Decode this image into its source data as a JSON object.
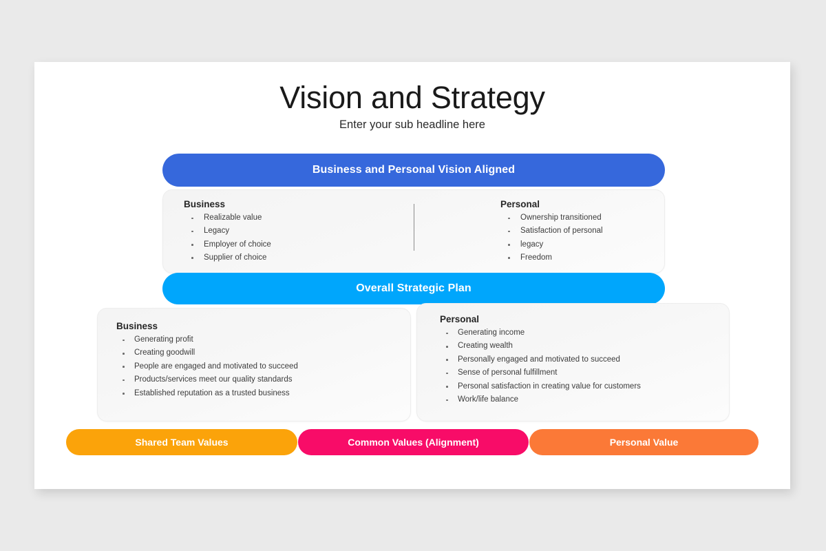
{
  "slide": {
    "title": "Vision and Strategy",
    "subtitle": "Enter your sub headline here"
  },
  "banners": {
    "vision": {
      "label": "Business and Personal Vision Aligned",
      "color": "#3668DC"
    },
    "strategy": {
      "label": "Overall Strategic Plan",
      "color": "#00A6FC"
    }
  },
  "vision_card": {
    "business": {
      "heading": "Business",
      "items": [
        "Realizable value",
        "Legacy",
        "Employer of choice",
        "Supplier of choice"
      ]
    },
    "personal": {
      "heading": "Personal",
      "items": [
        "Ownership transitioned",
        "Satisfaction of personal",
        "legacy",
        "Freedom"
      ]
    }
  },
  "plan_cards": {
    "business": {
      "heading": "Business",
      "items": [
        "Generating profit",
        "Creating goodwill",
        "People are engaged and motivated to succeed",
        "Products/services meet our quality standards",
        "Established reputation as a trusted business"
      ]
    },
    "personal": {
      "heading": "Personal",
      "items": [
        "Generating income",
        "Creating wealth",
        "Personally engaged and motivated to succeed",
        "Sense of personal fulfillment",
        "Personal satisfaction in creating value for customers",
        "Work/life balance"
      ]
    }
  },
  "footer_pills": [
    {
      "label": "Shared Team Values",
      "color": "#FBA30A"
    },
    {
      "label": "Common Values (Alignment)",
      "color": "#F80C68"
    },
    {
      "label": "Personal Value",
      "color": "#FB7937"
    }
  ]
}
